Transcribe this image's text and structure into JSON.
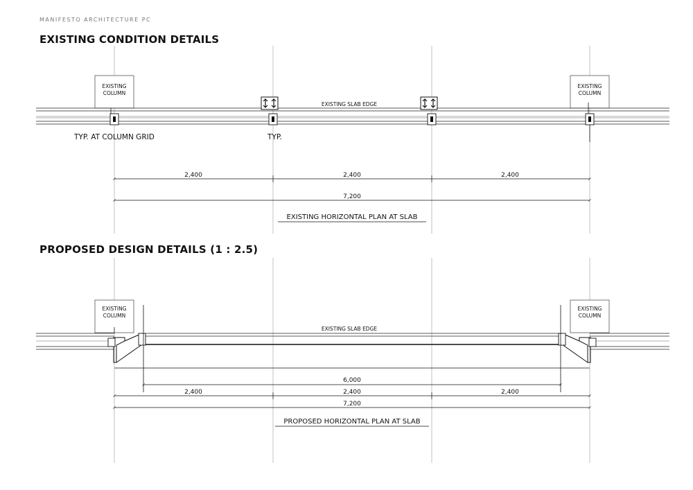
{
  "header": {
    "firm": "MANIFESTO ARCHITECTURE PC"
  },
  "existing": {
    "title": "EXISTING CONDITION DETAILS",
    "column_label_line1": "EXISTING",
    "column_label_line2": "COLUMN",
    "slab_edge": "EXISTING SLAB EDGE",
    "note_left": "TYP. AT COLUMN GRID",
    "note_mid": "TYP.",
    "dims": [
      "2,400",
      "2,400",
      "2,400"
    ],
    "dim_total": "7,200",
    "plan_label": "EXISTING HORIZONTAL PLAN AT SLAB"
  },
  "proposed": {
    "title": "PROPOSED DESIGN DETAILS (1 : 2.5)",
    "column_label_line1": "EXISTING",
    "column_label_line2": "COLUMN",
    "slab_edge": "EXISTING SLAB EDGE",
    "dim_span": "6,000",
    "dims": [
      "2,400",
      "2,400",
      "2,400"
    ],
    "dim_total": "7,200",
    "plan_label": "PROPOSED HORIZONTAL PLAN AT SLAB"
  }
}
